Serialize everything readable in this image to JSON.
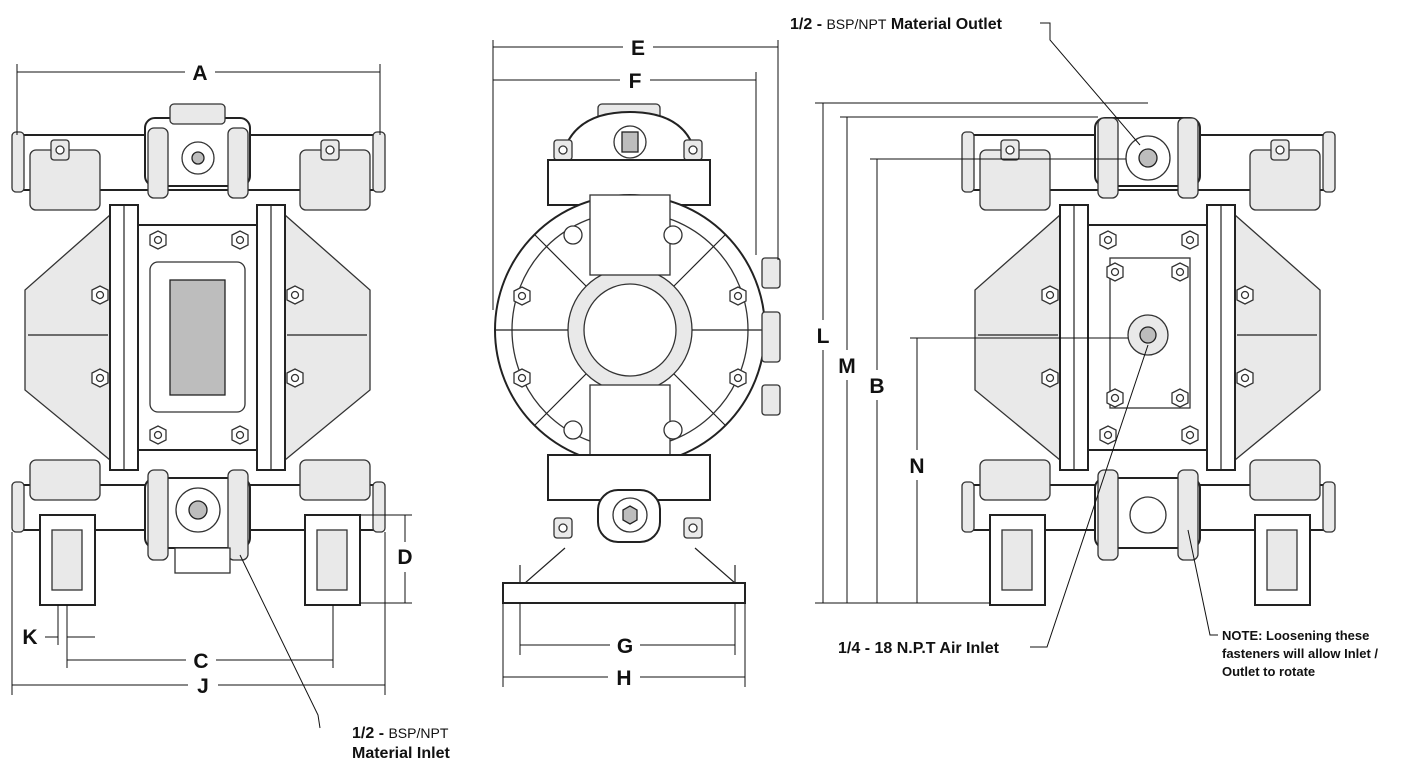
{
  "dimensions": {
    "A": "A",
    "B": "B",
    "C": "C",
    "D": "D",
    "E": "E",
    "F": "F",
    "G": "G",
    "H": "H",
    "J": "J",
    "K": "K",
    "L": "L",
    "M": "M",
    "N": "N"
  },
  "callouts": {
    "material_outlet": {
      "size": "1/2 - ",
      "thread": "BSP/NPT",
      "label": " Material Outlet"
    },
    "material_inlet": {
      "size": "1/2 - ",
      "thread": "BSP/NPT",
      "label": "Material Inlet"
    },
    "air_inlet": "1/4 - 18 N.P.T Air Inlet",
    "note": [
      "NOTE: Loosening these",
      "fasteners will allow Inlet /",
      "Outlet to rotate"
    ]
  },
  "colors": {
    "line": "#222222",
    "shade": "#e9e9e9",
    "dark": "#bdbdbd"
  }
}
